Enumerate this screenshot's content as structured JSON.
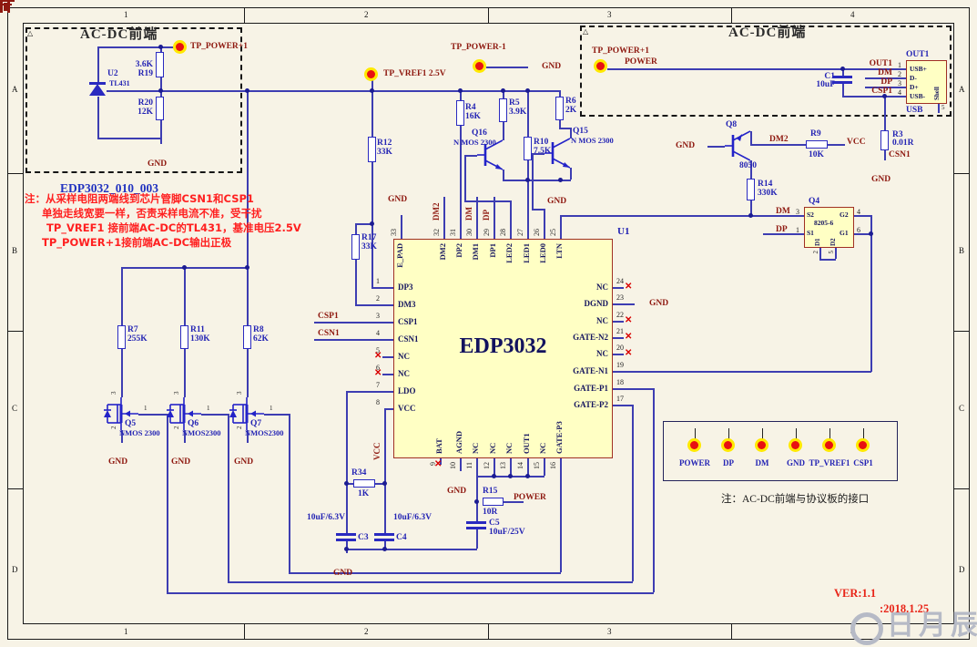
{
  "frame": {
    "cols": [
      "1",
      "2",
      "3",
      "4"
    ],
    "rows": [
      "A",
      "B",
      "C",
      "D"
    ]
  },
  "common": {
    "gnd": "GND",
    "vcc": "VCC",
    "power": "POWER",
    "tri": "△"
  },
  "left_box": {
    "title": "AC-DC前端",
    "tp": "TP_POWER+1",
    "u2": "U2",
    "u2_val": "TL431",
    "r19_val": "3.6K",
    "r19": "R19",
    "r20": "R20",
    "r20_val": "12K",
    "id": "EDP3032_010_003"
  },
  "notes": [
    "注：从采样电阻两端线到芯片管脚CSN1和CSP1",
    "单独走线宽要一样，否责采样电流不准，受干扰",
    "TP_VREF1 接前端AC-DC的TL431，基准电压2.5V",
    "TP_POWER+1接前端AC-DC输出正极"
  ],
  "mid": {
    "tp_vref": "TP_VREF1  2.5V",
    "tp_pwr": "TP_POWER-1",
    "r12": "R12",
    "r12_val": "33K",
    "r4": "R4",
    "r4_val": "16K",
    "r5": "R5",
    "r5_val": "3.9K",
    "r6": "R6",
    "r6_val": "2K",
    "r10": "R10",
    "r10_val": "7.5K",
    "r17": "R17",
    "r17_val": "33K",
    "q16": "Q16",
    "q16_val": "N MOS 2300",
    "q15": "Q15",
    "q15_val": "N MOS 2300"
  },
  "right_box": {
    "title": "AC-DC前端",
    "tp": "TP_POWER+1",
    "c1": "C1",
    "c1_val": "10uF",
    "nets": [
      "OUT1",
      "DM",
      "DP",
      "CSP1"
    ],
    "pin_nums": [
      "1",
      "2",
      "3",
      "4"
    ],
    "pin5": "5",
    "conn_top": "OUT1",
    "conn_bottom": "USB",
    "usb_pins": [
      "USB+",
      "D-",
      "D+",
      "USB-"
    ],
    "shell": "Shell"
  },
  "r3": {
    "ref": "R3",
    "val": "0.01R",
    "net": "CSN1"
  },
  "q8": {
    "ref": "Q8",
    "val": "8050",
    "dm2": "DM2",
    "r9": "R9",
    "r9_val": "10K",
    "r14": "R14",
    "r14_val": "330K"
  },
  "q4": {
    "ref": "Q4",
    "val": "8205-6",
    "dm": "DM",
    "dp": "DP",
    "s2": "S2",
    "g2": "G2",
    "s1": "S1",
    "g1": "G1",
    "d1": "D1",
    "d2": "D2",
    "n3": "3",
    "n4": "4",
    "n1": "1",
    "n6": "6",
    "n2": "2",
    "n5": "5"
  },
  "chip": {
    "ref": "U1",
    "name": "EDP3032",
    "top": [
      {
        "n": "33",
        "name": "E_PAD"
      },
      {
        "n": "32",
        "name": "DM2",
        "net": "DM2"
      },
      {
        "n": "31",
        "name": "DP2"
      },
      {
        "n": "30",
        "name": "DM1",
        "net": "DM"
      },
      {
        "n": "29",
        "name": "DP1",
        "net": "DP"
      },
      {
        "n": "28",
        "name": "LED2"
      },
      {
        "n": "27",
        "name": "LED1"
      },
      {
        "n": "26",
        "name": "LED0"
      },
      {
        "n": "25",
        "name": "LTN"
      }
    ],
    "left": [
      {
        "n": "1",
        "name": "DP3"
      },
      {
        "n": "2",
        "name": "DM3"
      },
      {
        "n": "3",
        "name": "CSP1",
        "net": "CSP1"
      },
      {
        "n": "4",
        "name": "CSN1",
        "net": "CSN1"
      },
      {
        "n": "5",
        "name": "NC"
      },
      {
        "n": "6",
        "name": "NC"
      },
      {
        "n": "7",
        "name": "LDO"
      },
      {
        "n": "8",
        "name": "VCC"
      }
    ],
    "right": [
      {
        "n": "24",
        "name": "NC"
      },
      {
        "n": "23",
        "name": "DGND"
      },
      {
        "n": "22",
        "name": "NC"
      },
      {
        "n": "21",
        "name": "GATE-N2"
      },
      {
        "n": "20",
        "name": "NC"
      },
      {
        "n": "19",
        "name": "GATE-N1"
      },
      {
        "n": "18",
        "name": "GATE-P1"
      },
      {
        "n": "17",
        "name": "GATE-P2"
      }
    ],
    "bottom": [
      {
        "n": "9",
        "name": "BAT"
      },
      {
        "n": "10",
        "name": "AGND"
      },
      {
        "n": "11",
        "name": "NC"
      },
      {
        "n": "12",
        "name": "NC"
      },
      {
        "n": "13",
        "name": "NC"
      },
      {
        "n": "14",
        "name": "OUT1"
      },
      {
        "n": "15",
        "name": "NC"
      },
      {
        "n": "16",
        "name": "GATE-P3"
      }
    ]
  },
  "ldiv": {
    "r7": "R7",
    "r7_val": "255K",
    "r11": "R11",
    "r11_val": "130K",
    "r8": "R8",
    "r8_val": "62K",
    "q5": "Q5",
    "q5_val": "NMOS 2300",
    "q6": "Q6",
    "q6_val": "NMOS2300",
    "q7": "Q7",
    "q7_val": "NMOS2300",
    "p1": "1",
    "p2": "2",
    "p3": "3"
  },
  "bot": {
    "r34": "R34",
    "r34_val": "1K",
    "c3": "C3",
    "c4": "C4",
    "c34_val": "10uF/6.3V",
    "c5": "C5",
    "c5_val": "10uF/25V",
    "r15": "R15",
    "r15_val": "10R"
  },
  "tp_box": {
    "labels": [
      "POWER",
      "DP",
      "DM",
      "GND",
      "TP_VREF1",
      "CSP1"
    ],
    "note": "注：AC-DC前端与协议板的接口"
  },
  "footer": {
    "version": "VER:1.1",
    "date": ":2018.1.25",
    "logo": "日月辰"
  }
}
